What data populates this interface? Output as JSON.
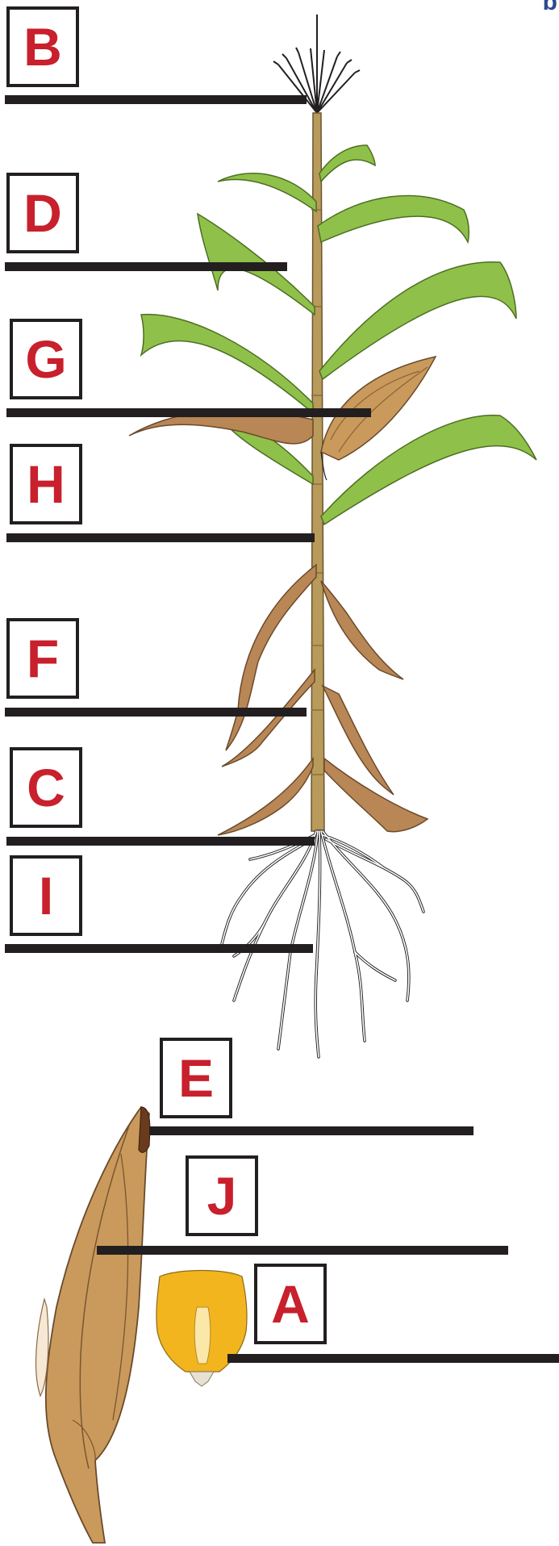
{
  "corner_mark": "b",
  "colors": {
    "label_text": "#c8202c",
    "label_border": "#231f20",
    "stalk": "#b89a5a",
    "green_leaf": "#8fc14a",
    "dry_leaf": "#b98656",
    "husk": "#c99a5c",
    "kernel": "#f2b51e",
    "root": "#ffffff"
  },
  "labels": [
    {
      "id": "B",
      "text": "B",
      "part": "tassel"
    },
    {
      "id": "D",
      "text": "D",
      "part": "upper-leaf"
    },
    {
      "id": "G",
      "text": "G",
      "part": "ear"
    },
    {
      "id": "H",
      "text": "H",
      "part": "stalk"
    },
    {
      "id": "F",
      "text": "F",
      "part": "lower-leaf"
    },
    {
      "id": "C",
      "text": "C",
      "part": "brace-roots"
    },
    {
      "id": "I",
      "text": "I",
      "part": "roots"
    },
    {
      "id": "E",
      "text": "E",
      "part": "husk-tip"
    },
    {
      "id": "J",
      "text": "J",
      "part": "husk"
    },
    {
      "id": "A",
      "text": "A",
      "part": "kernel"
    }
  ]
}
